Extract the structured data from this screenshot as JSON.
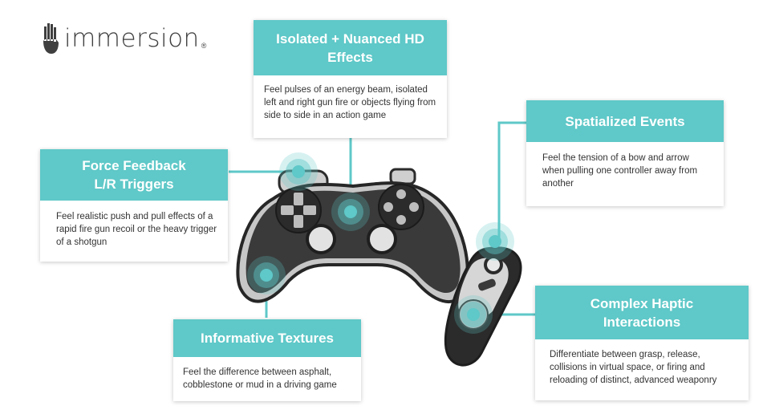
{
  "brand": {
    "name": "immersion",
    "mark": "®",
    "controller_label": "immersion",
    "teal": "#5fc8c8",
    "controller_dark": "#2b2b2b",
    "controller_light": "#d9d9d9"
  },
  "cards": {
    "isolated": {
      "title": "Isolated + Nuanced HD Effects",
      "text": "Feel pulses of an energy beam, isolated left and right gun fire or objects flying from side to side in an action game"
    },
    "force": {
      "title": "Force Feedback L/R  Triggers",
      "text": "Feel realistic push and pull effects of a rapid fire gun recoil or the heavy trigger of a shotgun"
    },
    "spatial": {
      "title": "Spatialized Events",
      "text": "Feel the tension of a bow and arrow when pulling one controller away from another"
    },
    "textures": {
      "title": "Informative Textures",
      "text": "Feel the difference between asphalt, cobblestone or mud in a driving game"
    },
    "complex": {
      "title": "Complex Haptic Interactions",
      "text": "Differentiate between grasp, release, collisions in virtual space, or firing and reloading of distinct, advanced weaponry"
    }
  }
}
